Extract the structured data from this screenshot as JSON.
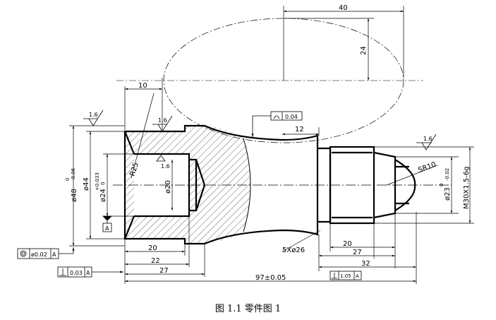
{
  "dims": {
    "d40": "40",
    "d24": "24",
    "d10": "10",
    "r25": "R25",
    "d12": "12",
    "d20_bottom": "20",
    "d22": "22",
    "d27_left": "27",
    "d97": "97±0.05",
    "d20_right": "20",
    "d27_right": "27",
    "d32": "32",
    "dia48": "ø48",
    "dia48_tol_up": "0",
    "dia48_tol_low": "-0.06",
    "dia44": "ø44",
    "dia24": "ø24",
    "dia24_tol_up": "+0.033",
    "dia24_tol_low": "0",
    "dia20": "ø20",
    "sr10": "SR10",
    "dia23": "ø23",
    "dia23_tol_up": "0",
    "dia23_tol_low": "-0.02",
    "thread": "M30X1.5-6g",
    "chamfer": "5Xø26"
  },
  "roughness": {
    "left": "1.6",
    "top": "1.6",
    "inner": "1.6",
    "right": "1.6"
  },
  "datum": {
    "label": "A"
  },
  "tolerance_frames": {
    "profile_value": "0.04",
    "coaxiality_value": "ø0.02",
    "coaxiality_ref": "A",
    "perp_left_value": "0.03",
    "perp_left_ref": "A",
    "perp_right_value": "1.05",
    "perp_right_ref": "A"
  },
  "caption": "图 1.1 零件图 1"
}
